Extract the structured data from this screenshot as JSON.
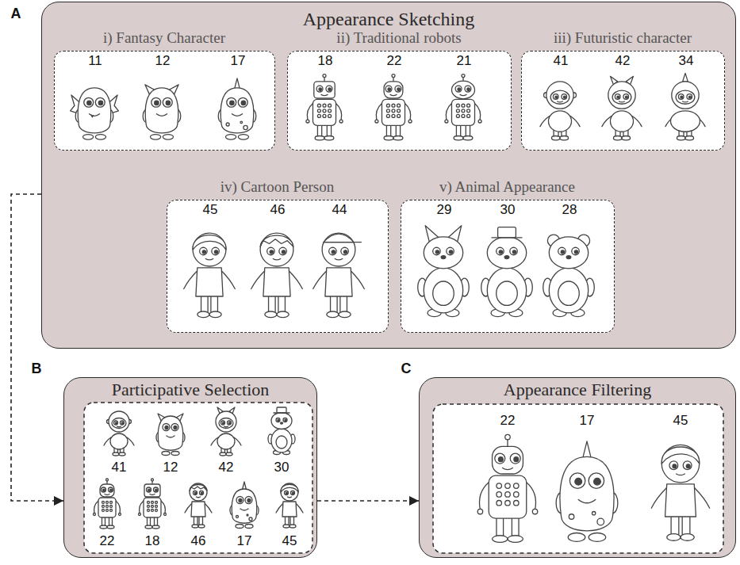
{
  "diagram": {
    "nodes": [
      {
        "text": [
          "Appearance Sketching"
        ]
      },
      {
        "text": [
          "i) Fantasy Character"
        ],
        "in": 0
      },
      {
        "text": [
          "ii) Traditional robots"
        ],
        "in": 0
      },
      {
        "text": [
          "iii) Futuristic character"
        ],
        "in": 0
      },
      {
        "text": [
          "iv) Cartoon Person"
        ],
        "in": 0
      },
      {
        "text": [
          "v) Animal Appearance"
        ],
        "in": 0
      },
      {
        "text": [
          "Participative Selection"
        ]
      },
      {
        "text": [
          "Appearance Filtering"
        ]
      }
    ],
    "edges": [
      {
        "from": 0,
        "to": 6,
        "arrow": "to"
      },
      {
        "from": 6,
        "to": 7,
        "arrow": "to"
      }
    ],
    "labels": [
      "A",
      "11",
      "12",
      "17",
      "18",
      "22",
      "21",
      "41",
      "42",
      "34",
      "45",
      "46",
      "44",
      "29",
      "30",
      "28",
      "B",
      "41",
      "12",
      "42",
      "30",
      "22",
      "18",
      "46",
      "17",
      "45",
      "C",
      "22",
      "17",
      "45"
    ]
  }
}
